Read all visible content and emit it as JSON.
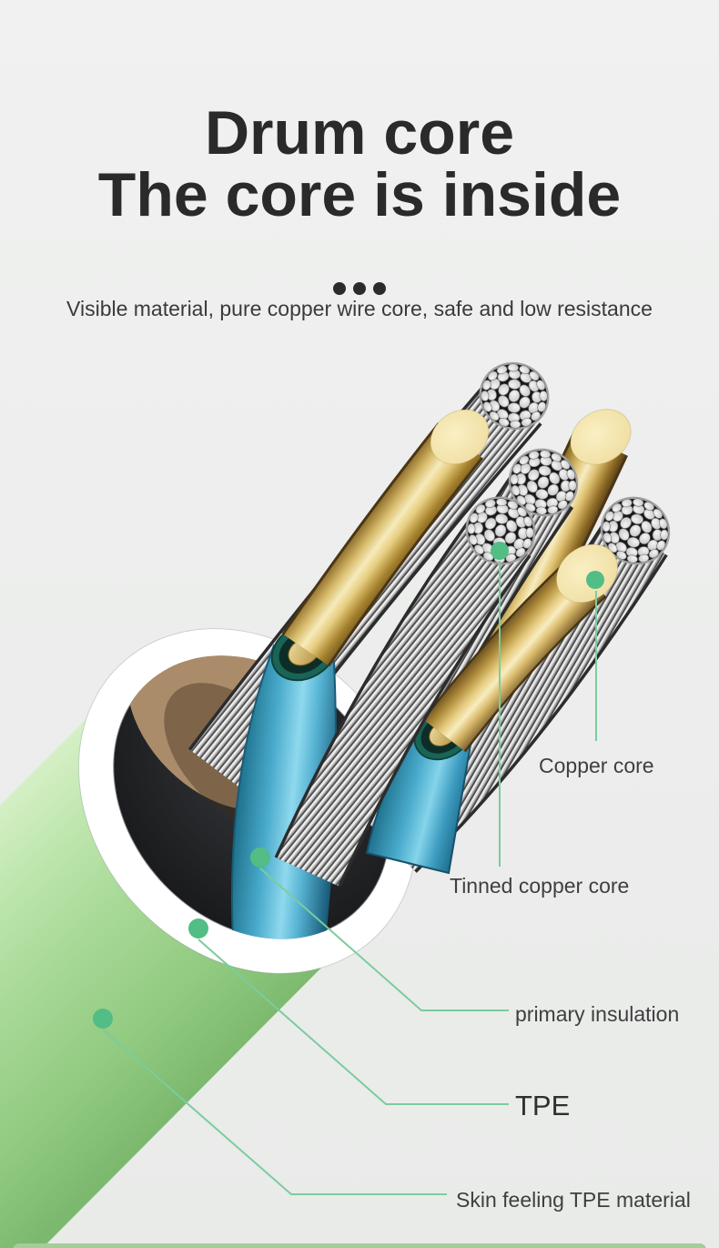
{
  "header": {
    "title_line1": "Drum core",
    "title_line2": "The core is inside",
    "separator_icon": "three-dots",
    "tagline": "Visible material, pure copper wire core, safe and low resistance"
  },
  "callouts": {
    "copper_core": "Copper core",
    "tinned_copper_core": "Tinned copper core",
    "primary_insulation": "primary insulation",
    "tpe": "TPE",
    "skin_tpe": "Skin feeling TPE material"
  },
  "figure": {
    "description": "Cutaway of a green skin-feeling TPE cable showing bare copper cores, stranded tinned copper cores, blue primary insulation, white sheath ring and brown filler",
    "colors": {
      "background": "#edefee",
      "accent_green_dot": "#52bd85",
      "callout_line": "#7bcc9e",
      "cable_jacket_green": "#a5d795",
      "sheath_ring_silver": "#d4d7d7",
      "copper_gold": "#e7cd80",
      "copper_tip_pale": "#f6e9b4",
      "tinned_strand_silver": "#c6c6c6",
      "insulation_blue": "#62bcd9",
      "filler_brown": "#9a7b5e",
      "title_text": "#2a2a2a"
    }
  },
  "footer": {
    "next_section_peek_color": "#a3cd99"
  }
}
